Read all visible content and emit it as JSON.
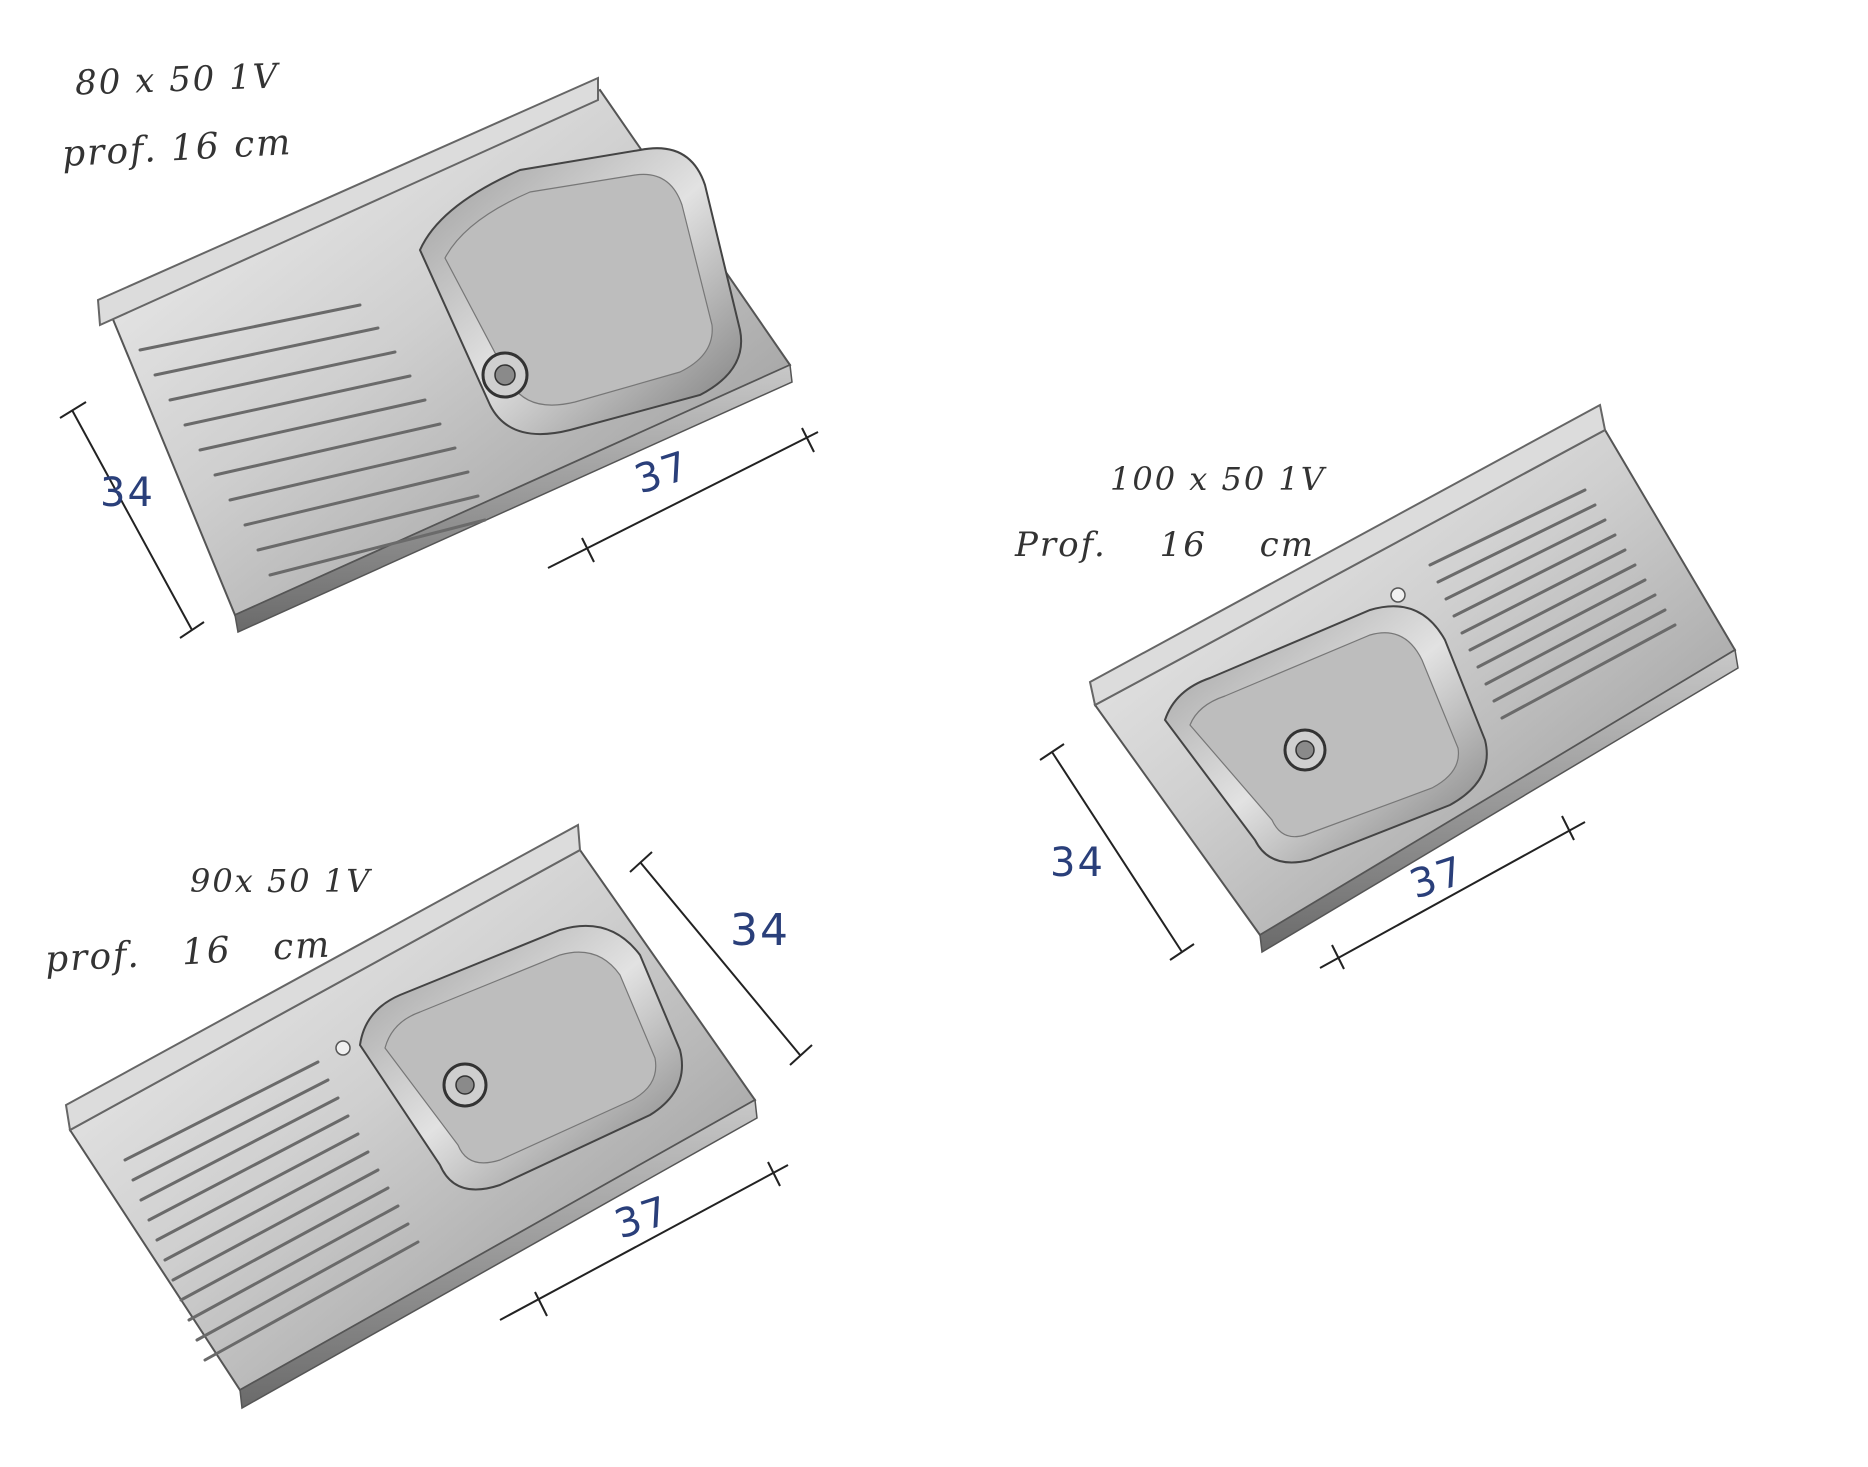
{
  "sinks": [
    {
      "id": "sink-80",
      "model": "80 x 50 1V",
      "depth": "prof. 16 cm",
      "width_dim": "34",
      "length_dim": "37"
    },
    {
      "id": "sink-100",
      "model": "100 x 50 1V",
      "depth": "Prof. 16 cm",
      "width_dim": "34",
      "length_dim": "37"
    },
    {
      "id": "sink-90",
      "model": "90x 50 1V",
      "depth": "prof. 16 cm",
      "width_dim": "34",
      "length_dim": "37"
    }
  ],
  "colors": {
    "steel_light": "#e6e6e6",
    "steel_mid": "#b0b0b0",
    "steel_dark": "#5a5a5a",
    "ink": "#333333",
    "blue_ink": "#2a3f7a"
  }
}
